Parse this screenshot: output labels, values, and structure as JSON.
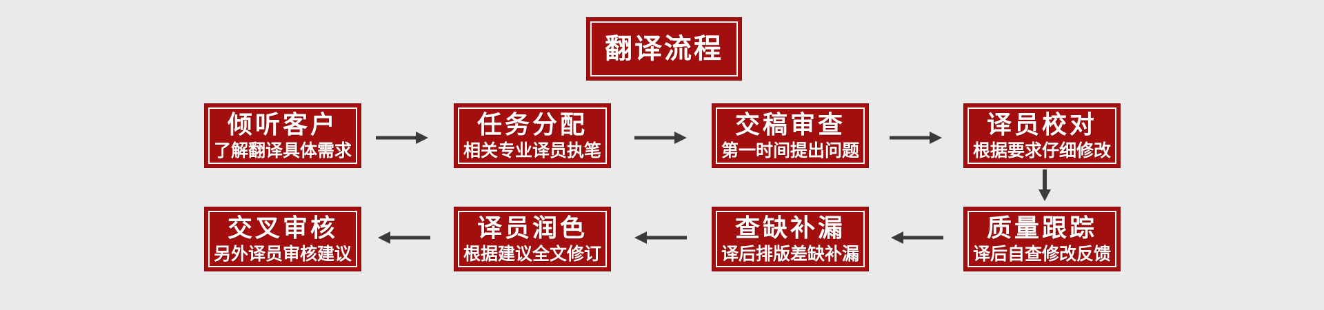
{
  "page": {
    "background": "#eaeaea"
  },
  "colors": {
    "box_red": "#a30f0f",
    "box_border_white": "#ffffff",
    "arrow_gray": "#3b3b3b",
    "text_white": "#ffffff"
  },
  "title": {
    "label": "翻译流程"
  },
  "flow": {
    "row1": [
      {
        "title": "倾听客户",
        "subtitle": "了解翻译具体需求"
      },
      {
        "title": "任务分配",
        "subtitle": "相关专业译员执笔"
      },
      {
        "title": "交稿审查",
        "subtitle": "第一时间提出问题"
      },
      {
        "title": "译员校对",
        "subtitle": "根据要求仔细修改"
      }
    ],
    "row2": [
      {
        "title": "交叉审核",
        "subtitle": "另外译员审核建议"
      },
      {
        "title": "译员润色",
        "subtitle": "根据建议全文修订"
      },
      {
        "title": "查缺补漏",
        "subtitle": "译后排版差缺补漏"
      },
      {
        "title": "质量跟踪",
        "subtitle": "译后自查修改反馈"
      }
    ]
  }
}
